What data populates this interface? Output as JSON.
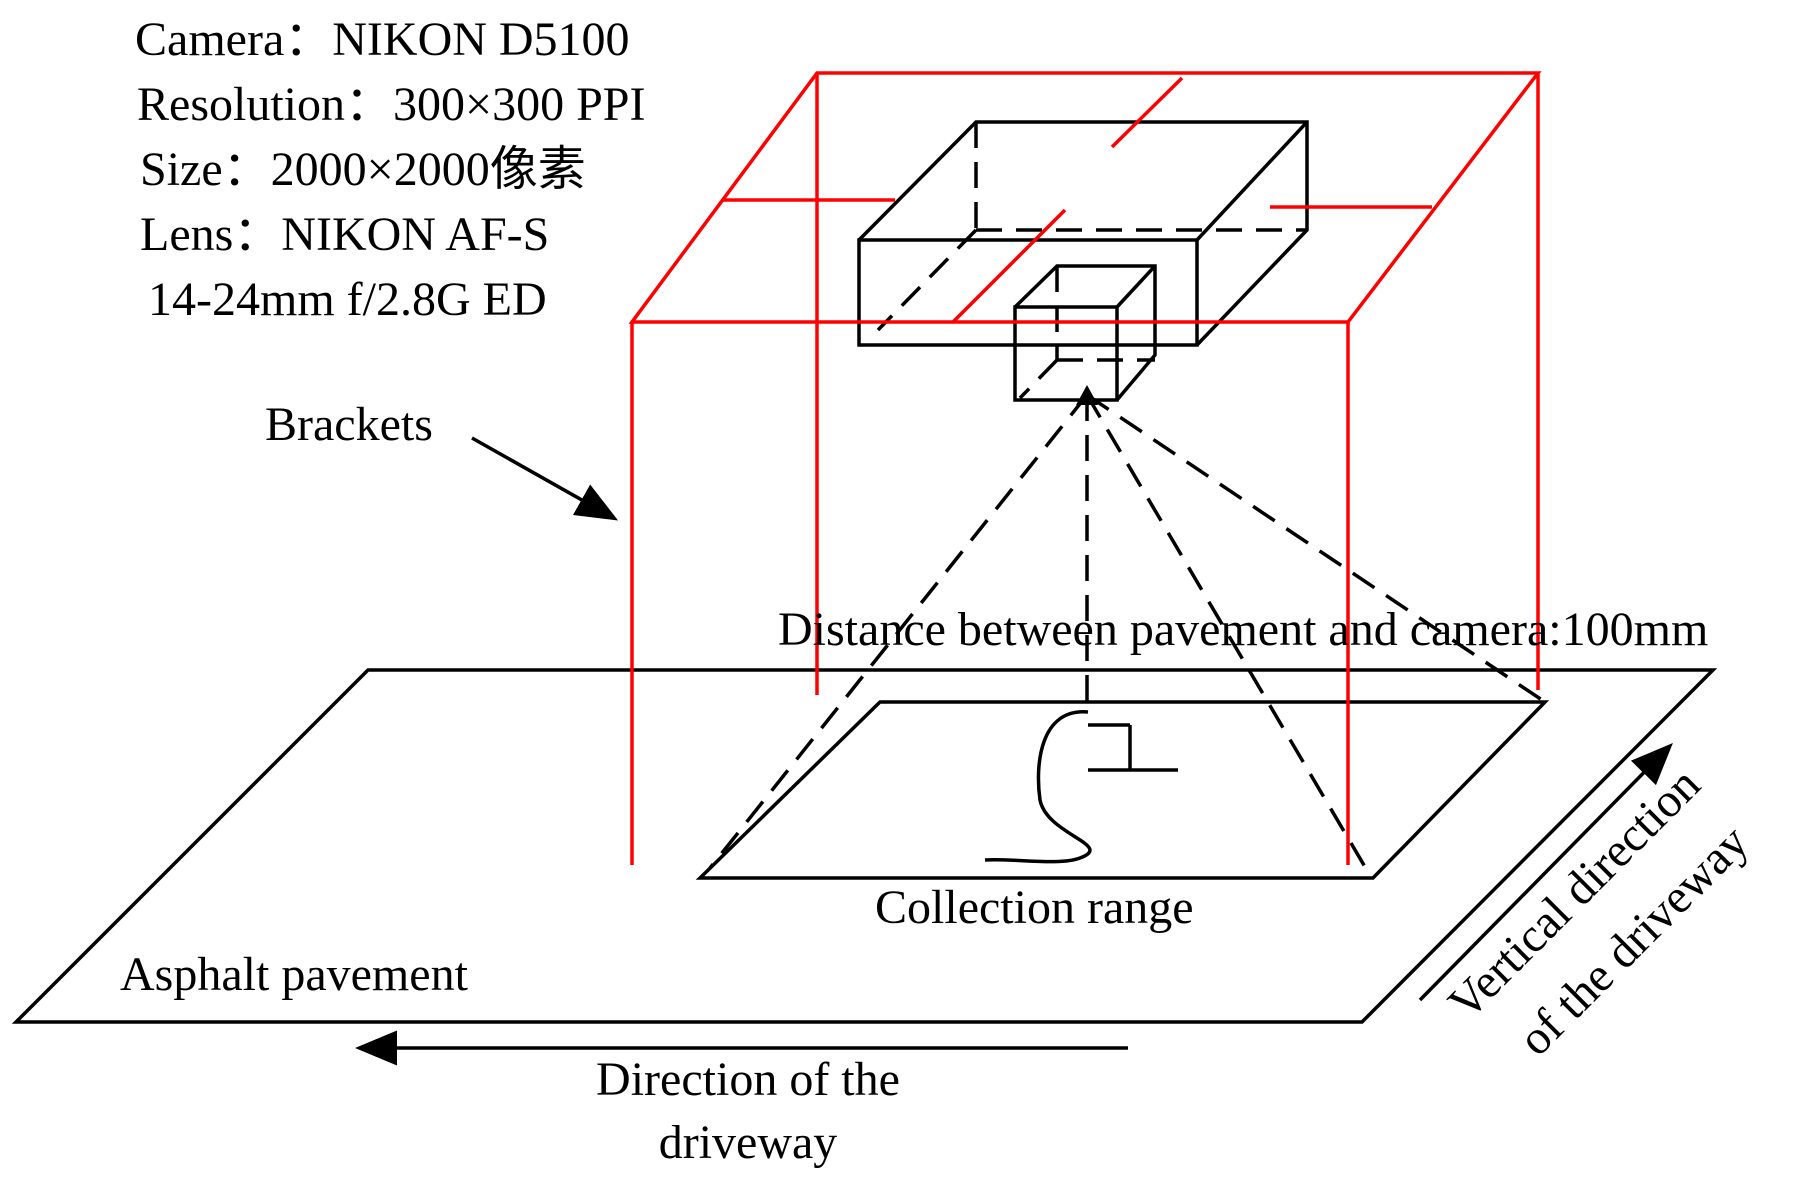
{
  "specs": {
    "camera": "Camera：NIKON D5100",
    "resolution": "Resolution：300×300 PPI",
    "size": "Size：2000×2000像素",
    "lens_line1": "Lens：NIKON AF-S",
    "lens_line2": "14-24mm f/2.8G ED"
  },
  "labels": {
    "brackets": "Brackets",
    "distance": "Distance between pavement and camera:100mm",
    "collection_range": "Collection range",
    "asphalt_pavement": "Asphalt pavement",
    "direction_line1": "Direction of the",
    "direction_line2": "driveway",
    "vertical_line1": "Vertical direction",
    "vertical_line2": "of the driveway"
  },
  "colors": {
    "bracket": "#ff0000",
    "outline": "#000000",
    "background": "#ffffff"
  }
}
